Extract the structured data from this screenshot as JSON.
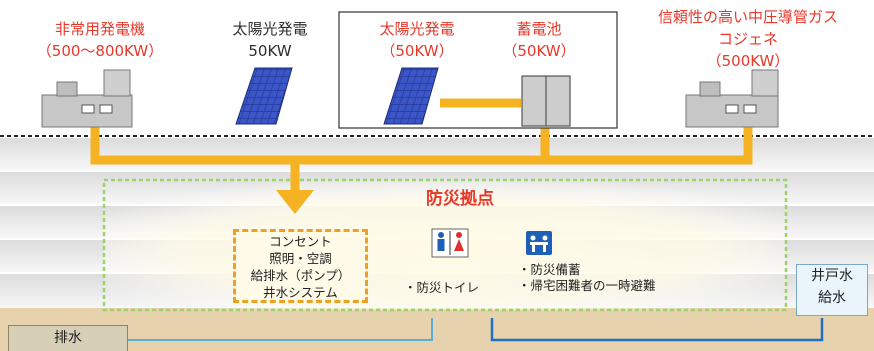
{
  "sources": {
    "emergency_gen": {
      "name": "非常用発電機",
      "capacity": "（500～800KW）"
    },
    "solar_existing": {
      "name": "太陽光発電",
      "capacity": "50KW"
    },
    "solar_new": {
      "name": "太陽光発電",
      "capacity": "（50KW）"
    },
    "battery": {
      "name": "蓄電池",
      "capacity": "（50KW）"
    },
    "cogeneration": {
      "line1": "信頼性の高い中圧導管ガス",
      "line2": "コジェネ",
      "capacity": "（500KW）"
    }
  },
  "zone": {
    "title": "防災拠点"
  },
  "facility_box": {
    "items": [
      "コンセント",
      "照明・空調",
      "給排水（ポンプ）",
      "井水システム"
    ]
  },
  "toilet": {
    "label": "・防災トイレ"
  },
  "stockpile": {
    "items": [
      "・防災備蓄",
      "・帰宅困難者の一時避難"
    ]
  },
  "well_water": {
    "line1": "井戸水",
    "line2": "給水"
  },
  "drainage": {
    "label": "排水"
  },
  "icons": [
    "generator-icon",
    "solar-panel-icon",
    "battery-icon",
    "restroom-icon",
    "water-fountain-icon",
    "arrow-down-icon"
  ],
  "colors": {
    "highlight_red": "#e8382a",
    "power_line": "#f5b324",
    "zone_border": "#9bd26a",
    "water_line": "#1f6fc2",
    "drain_line": "#5aaed6"
  }
}
